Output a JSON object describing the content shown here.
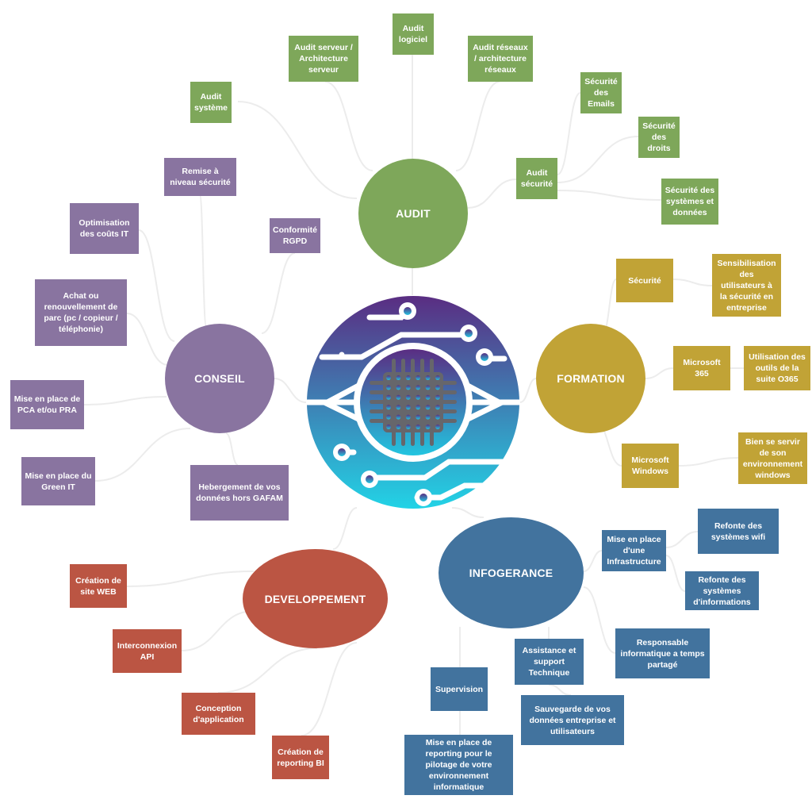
{
  "title": "Mind map of IT services",
  "colors": {
    "audit": "#7ea75a",
    "conseil": "#8974a0",
    "formation": "#c1a336",
    "infogerance": "#42739e",
    "developpement": "#bb5543",
    "connector": "#ececec",
    "logo_gradient_top": "#5a2d82",
    "logo_gradient_bottom": "#22d3e6",
    "chip": "#66666b"
  },
  "center": {
    "icon": "circuit-chip-icon"
  },
  "hubs": {
    "audit": "AUDIT",
    "conseil": "CONSEIL",
    "formation": "FORMATION",
    "infogerance": "INFOGERANCE",
    "developpement": "DEVELOPPEMENT"
  },
  "branches": {
    "audit": [
      "Audit\nsystème",
      "Audit serveur /\nArchitecture\nserveur",
      "Audit\nlogiciel",
      "Audit réseaux\n/ architecture\nréseaux",
      "Audit\nsécurité",
      "Sécurité\ndes\nEmails",
      "Sécurité\ndes\ndroits",
      "Sécurité des\nsystèmes et\ndonnées"
    ],
    "conseil": [
      "Remise à\nniveau sécurité",
      "Optimisation\ndes coûts IT",
      "Conformité\nRGPD",
      "Achat ou\nrenouvellement de\nparc (pc / copieur /\ntéléphonie)",
      "Mise en place de\nPCA et/ou PRA",
      "Mise en place du\nGreen IT",
      "Hebergement de vos\ndonnées hors GAFAM"
    ],
    "formation": [
      "Sécurité",
      "Sensibilisation\ndes\nutilisateurs à\nla sécurité en\nentreprise",
      "Microsoft\n365",
      "Utilisation des\noutils de la\nsuite O365",
      "Microsoft\nWindows",
      "Bien se servir\nde son\nenvironnement\nwindows"
    ],
    "infogerance": [
      "Mise en place\nd'une\nInfrastructure",
      "Refonte des\nsystèmes wifi",
      "Refonte des\nsystèmes\nd'informations",
      "Responsable\ninformatique a temps\npartagé",
      "Assistance et\nsupport\nTechnique",
      "Sauvegarde de vos\ndonnées entreprise et\nutilisateurs",
      "Supervision",
      "Mise en place de\nreporting pour le\npilotage de votre\nenvironnement\ninformatique"
    ],
    "developpement": [
      "Création de\nsite WEB",
      "Interconnexion\nAPI",
      "Conception\nd'application",
      "Création de\nreporting BI"
    ]
  }
}
